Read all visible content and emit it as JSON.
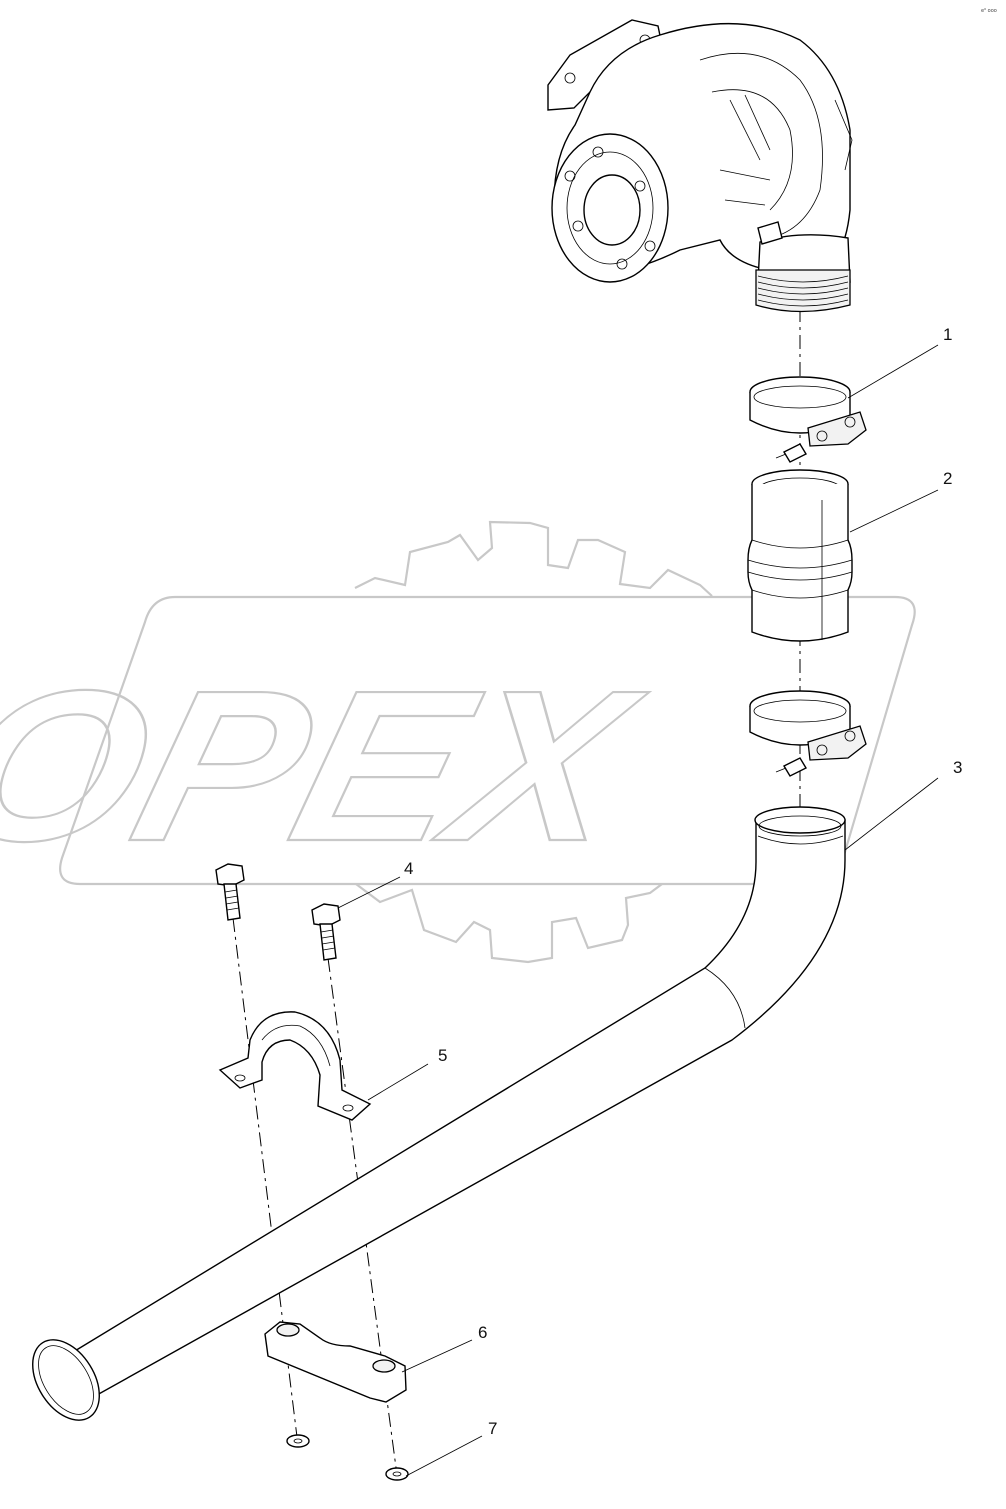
{
  "diagram": {
    "watermark_text": "OPEX",
    "corner_mark": "e⁰ ooo",
    "callouts": [
      {
        "id": "1",
        "label": "1"
      },
      {
        "id": "2",
        "label": "2"
      },
      {
        "id": "3",
        "label": "3"
      },
      {
        "id": "4",
        "label": "4"
      },
      {
        "id": "5",
        "label": "5"
      },
      {
        "id": "6",
        "label": "6"
      },
      {
        "id": "7",
        "label": "7"
      }
    ]
  }
}
